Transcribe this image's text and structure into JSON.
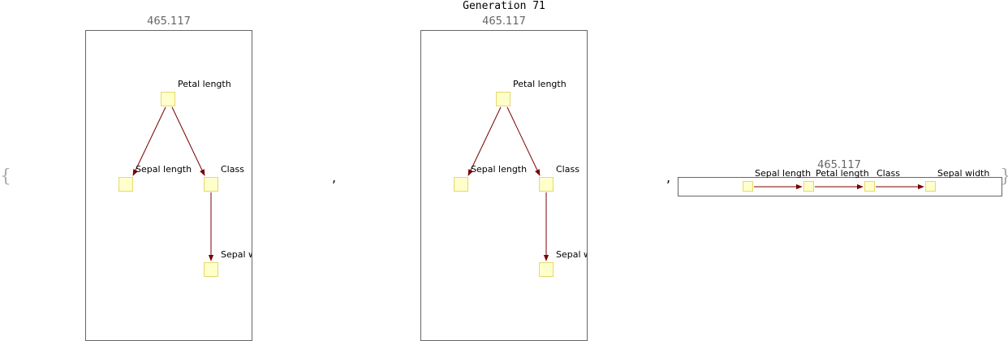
{
  "title": "Generation 71",
  "open_brace": "{",
  "close_brace": "}",
  "separator": ",",
  "edge_color": "#7a0000",
  "node_fill": "#ffffcc",
  "node_border": "#e6d96a",
  "graphs": [
    {
      "score": "465.117",
      "nodes": [
        "Petal length",
        "Sepal length",
        "Class",
        "Sepal width"
      ],
      "edges": [
        [
          "Petal length",
          "Sepal length"
        ],
        [
          "Petal length",
          "Class"
        ],
        [
          "Class",
          "Sepal width"
        ]
      ]
    },
    {
      "score": "465.117",
      "nodes": [
        "Petal length",
        "Sepal length",
        "Class",
        "Sepal width"
      ],
      "edges": [
        [
          "Petal length",
          "Sepal length"
        ],
        [
          "Petal length",
          "Class"
        ],
        [
          "Class",
          "Sepal width"
        ]
      ]
    },
    {
      "score": "465.117",
      "nodes": [
        "Sepal length",
        "Petal length",
        "Class",
        "Sepal width"
      ],
      "edges": [
        [
          "Sepal length",
          "Petal length"
        ],
        [
          "Petal length",
          "Class"
        ],
        [
          "Class",
          "Sepal width"
        ]
      ]
    }
  ]
}
